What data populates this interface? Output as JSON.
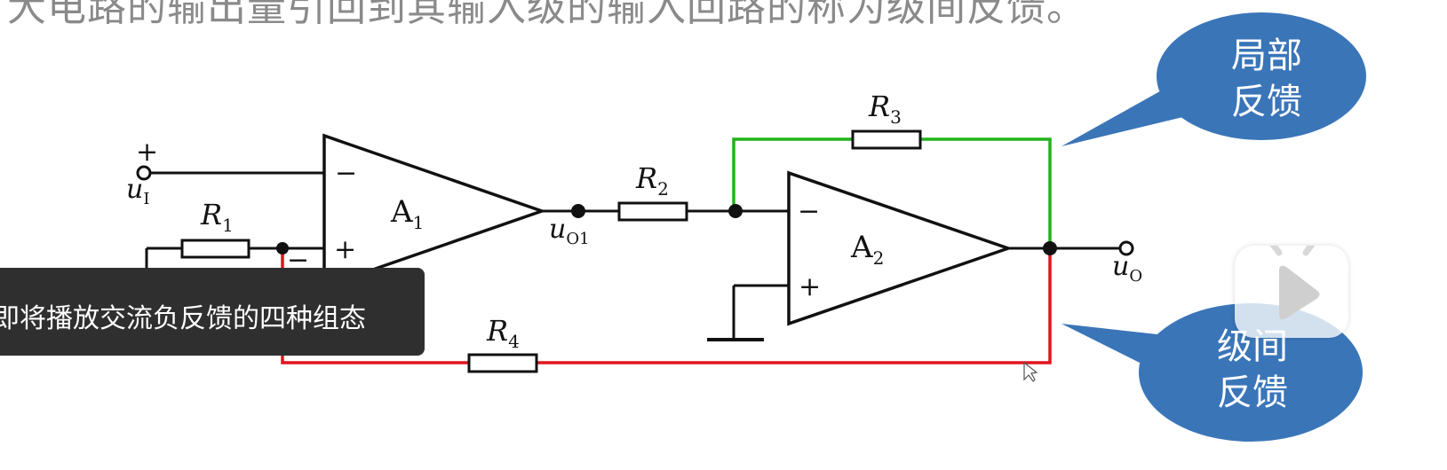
{
  "header": {
    "text": "大电路的输出量引回到其输入级的输入回路的称为级间反馈。"
  },
  "circuit": {
    "amplifiers": [
      {
        "name": "A",
        "sub": "1"
      },
      {
        "name": "A",
        "sub": "2"
      }
    ],
    "resistors": [
      {
        "name": "R",
        "sub": "1"
      },
      {
        "name": "R",
        "sub": "2"
      },
      {
        "name": "R",
        "sub": "3"
      },
      {
        "name": "R",
        "sub": "4"
      }
    ],
    "input_label": {
      "name": "u",
      "sub": "I"
    },
    "mid_label": {
      "name": "u",
      "sub": "O1"
    },
    "output_label": {
      "name": "u",
      "sub": "O"
    },
    "plus_sign": "+",
    "minus_sign": "−",
    "colors": {
      "local_feedback": "#22b21a",
      "stage_feedback": "#e0141e",
      "bubble": "#3a75b8"
    }
  },
  "callouts": {
    "local": {
      "line1": "局部",
      "line2": "反馈"
    },
    "stage": {
      "line1": "级间",
      "line2": "反馈"
    }
  },
  "subtitle": {
    "text": "即将播放交流负反馈的四种组态"
  },
  "player": {
    "play_icon": "play-icon"
  }
}
